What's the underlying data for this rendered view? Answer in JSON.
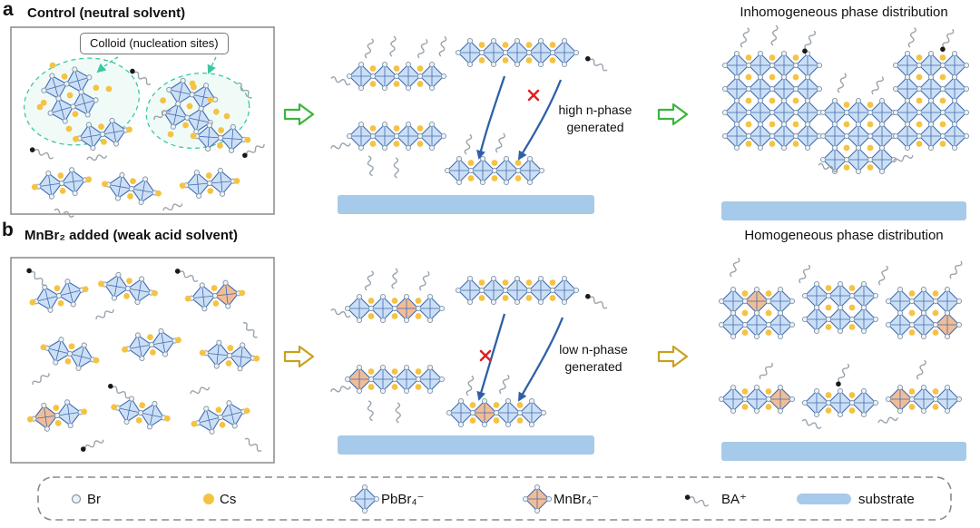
{
  "panel_a": {
    "label": "a",
    "title": "Control (neutral solvent)",
    "callout": "Colloid (nucleation sites)",
    "annotation": "high n-phase generated",
    "result_title": "Inhomogeneous phase distribution"
  },
  "panel_b": {
    "label": "b",
    "title": "MnBr₂ added (weak acid solvent)",
    "annotation": "low n-phase generated",
    "result_title": "Homogeneous phase distribution"
  },
  "legend": {
    "br": "Br",
    "cs": "Cs",
    "pbbr4": "PbBr₄⁻",
    "mnbr4": "MnBr₄⁻",
    "ba": "BA⁺",
    "substrate": "substrate"
  },
  "colors": {
    "pb_fill": "#ccdff5",
    "pb_stroke": "#3e6cb3",
    "mn_fill": "#f2bd96",
    "mn_stroke": "#3e6cb3",
    "cs": "#f5c344",
    "br_fill": "#eef2f7",
    "br_stroke": "#8096ab",
    "substrate": "#a6cae9",
    "arrow_a": "#3cb53c",
    "arrow_b": "#c9a11f",
    "flow_arrow": "#2f5fa8",
    "cross": "#e02222",
    "colloid": "#3cc7a3",
    "chain": "#9aa3ab",
    "box_border": "#8a8a8a"
  }
}
